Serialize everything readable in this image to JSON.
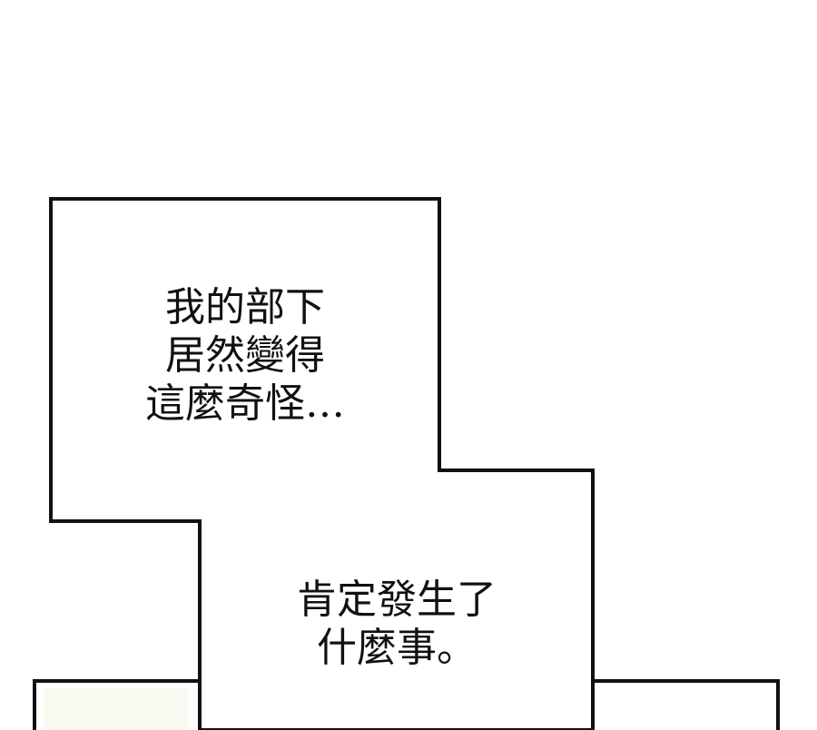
{
  "bubble_1": {
    "lines": [
      "我的部下",
      "居然變得",
      "這麼奇怪…"
    ]
  },
  "bubble_2": {
    "lines": [
      "肯定發生了",
      "什麼事。"
    ]
  }
}
